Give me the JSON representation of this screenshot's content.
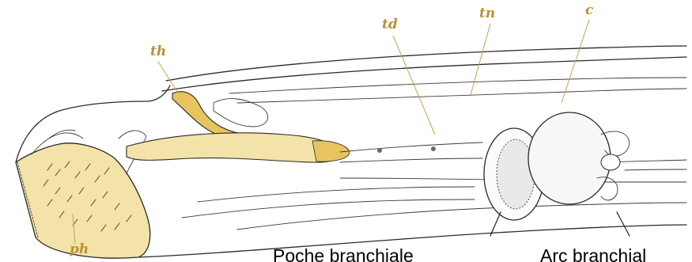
{
  "labels": {
    "th": "th",
    "td": "td",
    "tn": "tn",
    "c": "c",
    "ph": "ph",
    "poche": "Poche branchiale",
    "arc": "Arc branchial"
  },
  "colors": {
    "italic_label": "#b8923a",
    "highlight": "#f3e3a9",
    "highlight_dark": "#e8c45f",
    "ink": "#2a2a2a",
    "background": "#ffffff"
  }
}
